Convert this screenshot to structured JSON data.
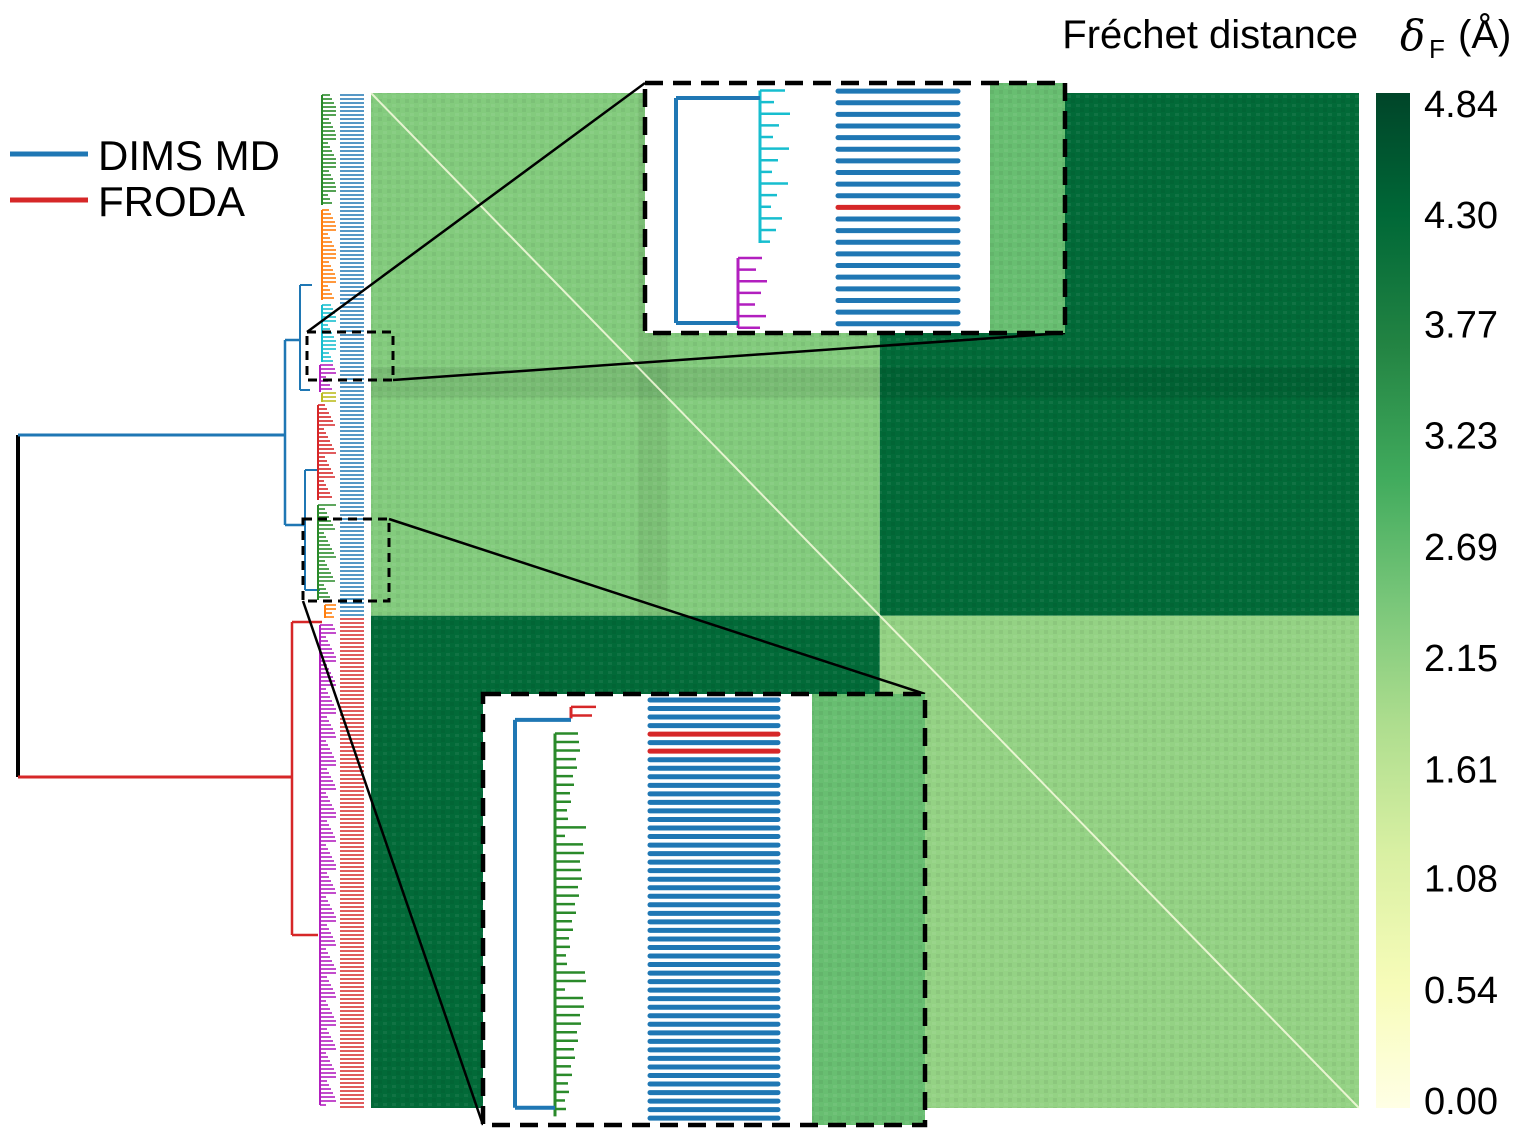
{
  "chart_data": {
    "type": "heatmap",
    "title": "Fréchet distance",
    "colorbar": {
      "symbol": "δ",
      "subscript": "F",
      "unit": "(Å)",
      "ticks": [
        "4.84",
        "4.30",
        "3.77",
        "3.23",
        "2.69",
        "2.15",
        "1.61",
        "1.08",
        "0.54",
        "0.00"
      ],
      "range": [
        0.0,
        4.84
      ],
      "colormap": "Greens (light yellow to dark green)"
    },
    "legend": {
      "placement": "top-left",
      "entries": [
        {
          "name": "DIMS MD",
          "color": "#1f77b4"
        },
        {
          "name": "FRODA",
          "color": "#d62728"
        }
      ]
    },
    "groups": [
      {
        "name": "DIMS MD",
        "color": "#1f77b4",
        "order": 1
      },
      {
        "name": "FRODA",
        "color": "#d62728",
        "order": 2
      }
    ],
    "blocks": [
      {
        "rows": "DIMS MD",
        "cols": "DIMS MD",
        "level": 2.3
      },
      {
        "rows": "DIMS MD",
        "cols": "FRODA",
        "level": 4.2
      },
      {
        "rows": "FRODA",
        "cols": "DIMS MD",
        "level": 4.2
      },
      {
        "rows": "FRODA",
        "cols": "FRODA",
        "level": 2.1
      }
    ],
    "diagonal": 0.0,
    "dendrogram_colors": {
      "root": "#000000",
      "dims": "#1f77b4",
      "froda": "#d62728",
      "clusters": [
        "#2a8a2a",
        "#ff7f0e",
        "#17becf",
        "#b21fbf",
        "#d62728",
        "#bcbd22"
      ]
    },
    "insets": [
      {
        "position": "upper",
        "clusters": [
          "#17becf",
          "#b21fbf"
        ],
        "rows": [
          "dims",
          "dims",
          "dims",
          "dims",
          "dims",
          "dims",
          "dims",
          "dims",
          "dims",
          "dims",
          "froda",
          "dims",
          "dims",
          "dims",
          "dims",
          "dims",
          "dims",
          "dims",
          "dims",
          "dims",
          "dims"
        ]
      },
      {
        "position": "lower",
        "clusters": [
          "#d62728",
          "#2a8a2a"
        ],
        "rows": [
          "dims",
          "dims",
          "dims",
          "dims",
          "froda",
          "dims",
          "froda",
          "dims",
          "dims",
          "dims",
          "dims",
          "dims",
          "dims",
          "dims",
          "dims",
          "dims",
          "dims",
          "dims",
          "dims",
          "dims",
          "dims",
          "dims",
          "dims",
          "dims",
          "dims",
          "dims",
          "dims",
          "dims",
          "dims",
          "dims",
          "dims",
          "dims",
          "dims",
          "dims",
          "dims",
          "dims",
          "dims",
          "dims",
          "dims",
          "dims",
          "dims",
          "dims",
          "dims",
          "dims",
          "dims",
          "dims",
          "dims",
          "dims",
          "dims",
          "dims"
        ]
      }
    ]
  }
}
